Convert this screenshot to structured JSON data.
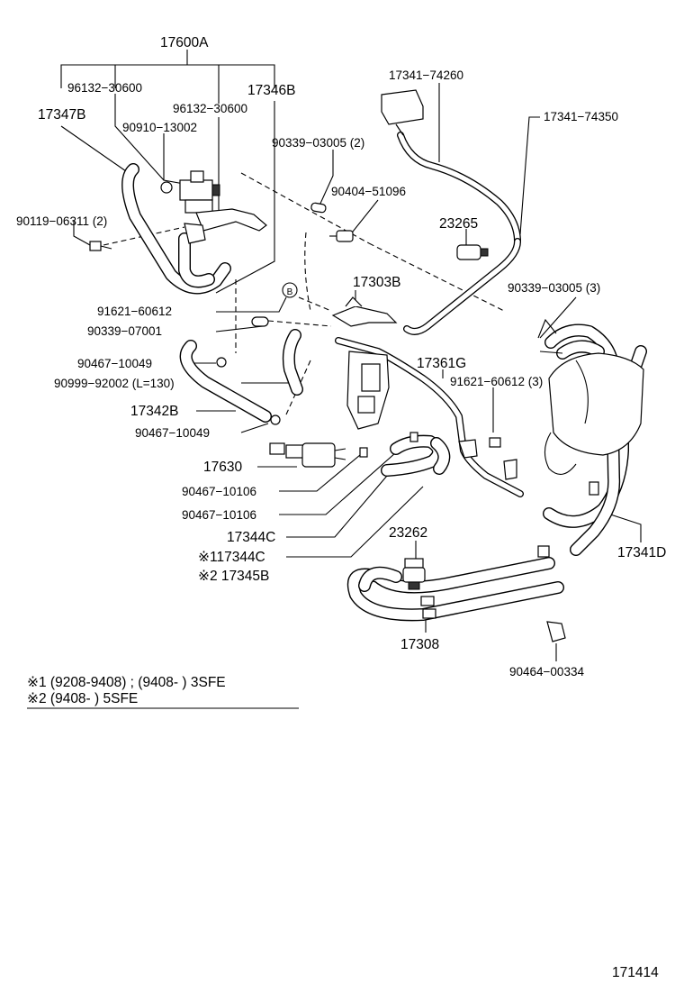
{
  "labels": {
    "p17600A": "17600A",
    "p96132_30600_a": "96132−30600",
    "p96132_30600_b": "96132−30600",
    "p17346B": "17346B",
    "p17347B": "17347B",
    "p90910_13002": "90910−13002",
    "p90339_03005_2": "90339−03005 (2)",
    "p90404_51096": "90404−51096",
    "p90119_06311_2": "90119−06311 (2)",
    "p17341_74260": "17341−74260",
    "p17341_74350": "17341−74350",
    "p23265": "23265",
    "p17303B": "17303B",
    "p91621_60612": "91621−60612",
    "p90339_07001": "90339−07001",
    "p90339_03005_3": "90339−03005 (3)",
    "p90467_10049_a": "90467−10049",
    "p90999_92002": "90999−92002 (L=130)",
    "p17361G": "17361G",
    "p91621_60612_3": "91621−60612 (3)",
    "p17342B": "17342B",
    "p90467_10049_b": "90467−10049",
    "p17630": "17630",
    "p90467_10106_a": "90467−10106",
    "p90467_10106_b": "90467−10106",
    "p17344C": "17344C",
    "p17344C_note": "※117344C",
    "p17345B_note": "※2 17345B",
    "p23262": "23262",
    "p17341D": "17341D",
    "p17308": "17308",
    "p90464_00334": "90464−00334",
    "circle_b": "B",
    "legend_1": "※1 (9208-9408) ; (9408-        ) 3SFE",
    "legend_2": "※2 (9408-        ) 5SFE",
    "figure_no": "171414"
  }
}
